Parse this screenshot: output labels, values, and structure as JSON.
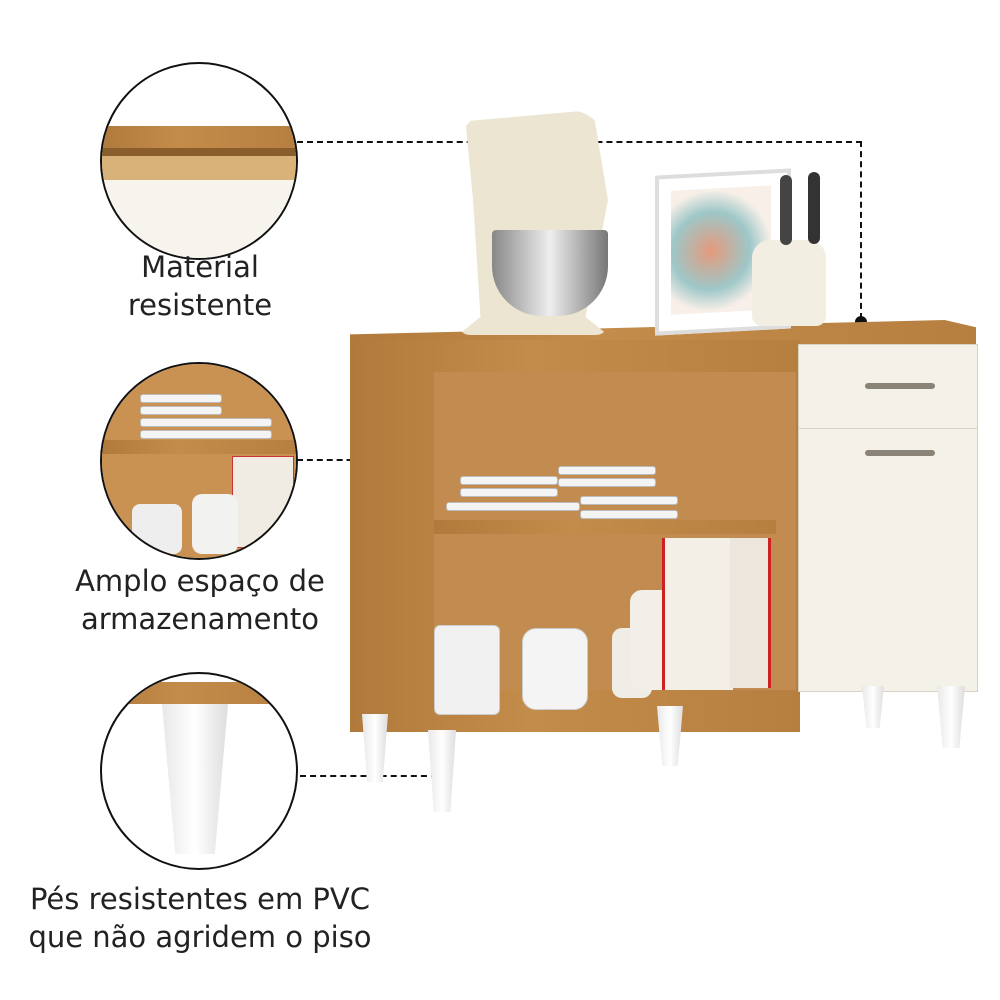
{
  "callouts": [
    {
      "title_line1": "Material",
      "title_line2": "resistente"
    },
    {
      "title_line1": "Amplo espaço de",
      "title_line2": "armazenamento"
    },
    {
      "title_line1": "Pés resistentes em PVC",
      "title_line2": "que não agridem o piso"
    }
  ],
  "colors": {
    "wood": "#c48c4a",
    "door_white": "#f3f1e8",
    "dash_line": "#111111"
  }
}
